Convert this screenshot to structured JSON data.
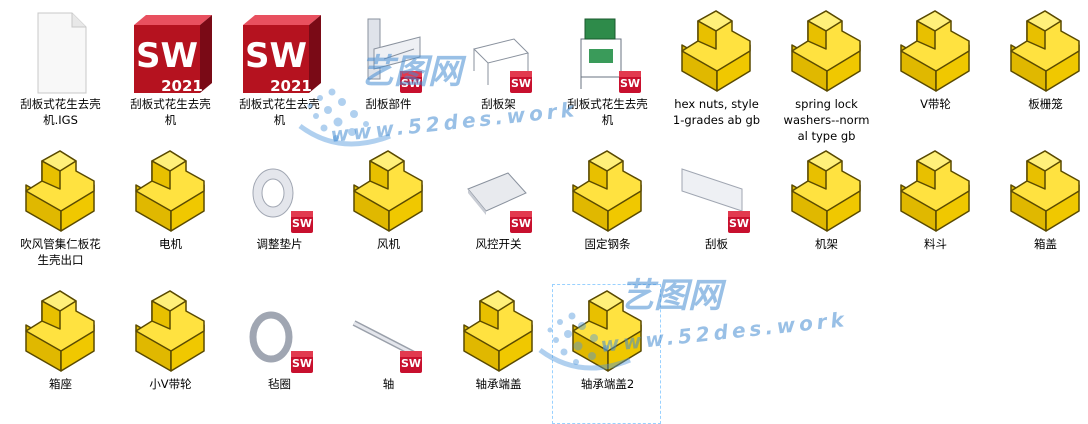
{
  "files": [
    {
      "name": "刮板式花生去壳\n机.IGS",
      "icon": "document-icon"
    },
    {
      "name": "刮板式花生去壳\n机",
      "icon": "solidworks-2021-icon",
      "badge": "2021"
    },
    {
      "name": "刮板式花生去壳\n机",
      "icon": "solidworks-2021-icon",
      "badge": "2021"
    },
    {
      "name": "刮板部件",
      "icon": "sw-assembly-preview-icon"
    },
    {
      "name": "刮板架",
      "icon": "sw-part-preview-icon"
    },
    {
      "name": "刮板式花生去壳\n机",
      "icon": "sw-machine-preview-icon"
    },
    {
      "name": "hex nuts, style\n1-grades ab gb",
      "icon": "step-part-icon"
    },
    {
      "name": "spring lock\nwashers--norm\nal type gb",
      "icon": "step-part-icon"
    },
    {
      "name": "V带轮",
      "icon": "step-part-icon"
    },
    {
      "name": "板栅笼",
      "icon": "step-part-icon"
    },
    {
      "name": "吹风管集仁板花\n生壳出口",
      "icon": "step-part-icon"
    },
    {
      "name": "电机",
      "icon": "step-part-icon"
    },
    {
      "name": "调整垫片",
      "icon": "sw-washer-preview-icon"
    },
    {
      "name": "风机",
      "icon": "step-part-icon"
    },
    {
      "name": "风控开关",
      "icon": "sw-plate-preview-icon"
    },
    {
      "name": "固定钢条",
      "icon": "step-part-icon"
    },
    {
      "name": "刮板",
      "icon": "sw-long-plate-preview-icon"
    },
    {
      "name": "机架",
      "icon": "step-part-icon"
    },
    {
      "name": "料斗",
      "icon": "step-part-icon"
    },
    {
      "name": "箱盖",
      "icon": "step-part-icon"
    },
    {
      "name": "箱座",
      "icon": "step-part-icon"
    },
    {
      "name": "小V带轮",
      "icon": "step-part-icon"
    },
    {
      "name": "毡圈",
      "icon": "sw-ring-preview-icon"
    },
    {
      "name": "轴",
      "icon": "sw-shaft-preview-icon"
    },
    {
      "name": "轴承端盖",
      "icon": "step-part-icon"
    },
    {
      "name": "轴承端盖2",
      "icon": "step-part-icon",
      "selected": true
    }
  ],
  "sw_badge": "SW",
  "watermark": {
    "logo_text": "艺图网",
    "url_text": "www.52des.work"
  },
  "colors": {
    "sw_red": "#c8102e",
    "step_yellow": "#f5d10a",
    "step_outline": "#5a4a00",
    "selection": "#99d1ff"
  }
}
